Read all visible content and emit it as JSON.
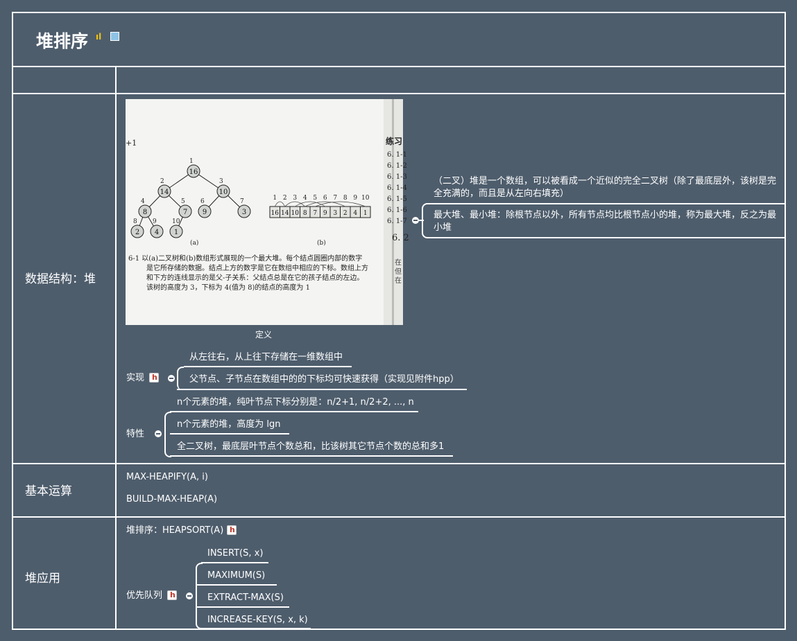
{
  "title": "堆排序",
  "rows": {
    "ds": {
      "label": "数据结构：堆",
      "image_caption": "定义",
      "definition_nodes": [
        "（二叉）堆是一个数组，可以被看成一个近似的完全二叉树（除了最底层外，该树是完全充满的，而且是从左向右填充）",
        "最大堆、最小堆：除根节点以外，所有节点均比根节点小的堆，称为最大堆，反之为最小堆"
      ],
      "impl": {
        "label": "实现",
        "children": [
          "从左往右，从上往下存储在一维数组中",
          "父节点、子节点在数组中的的下标均可快速获得（实现见附件hpp）"
        ]
      },
      "props": {
        "label": "特性",
        "children": [
          "n个元素的堆，纯叶节点下标分别是：n/2+1, n/2+2, ..., n",
          "n个元素的堆，高度为 lgn",
          "全二叉树，最底层叶节点个数总和，比该树其它节点个数的总和多1"
        ]
      },
      "book": {
        "side_top": "+1",
        "right_heading": "练习",
        "right_items": [
          "6. 1-1",
          "6. 1-2",
          "6. 1-3",
          "6. 1-4",
          "6. 1-5",
          "6. 1-6",
          "6. 1-7"
        ],
        "right_section": "6. 2",
        "right_tail": [
          "在",
          "但",
          "在"
        ],
        "tree_nodes": [
          16,
          14,
          10,
          8,
          7,
          9,
          3,
          2,
          4,
          1
        ],
        "tree_indices": [
          1,
          2,
          3,
          4,
          5,
          6,
          7,
          8,
          9,
          10
        ],
        "label_a": "(a)",
        "label_b": "(b)",
        "figure_caption": [
          "6-1   以(a)二叉树和(b)数组形式展现的一个最大堆。每个结点圆圈内部的数字",
          "是它所存储的数据。结点上方的数字是它在数组中相应的下标。数组上方",
          "和下方的连线显示的是父-子关系：父结点总是在它的孩子结点的左边。",
          "该树的高度为 3，下标为 4(值为 8)的结点的高度为 1"
        ]
      }
    },
    "ops": {
      "label": "基本运算",
      "items": [
        "MAX-HEAPIFY(A, i)",
        "BUILD-MAX-HEAP(A)"
      ]
    },
    "app": {
      "label": "堆应用",
      "heapsort": "堆排序：HEAPSORT(A)",
      "pq": {
        "label": "优先队列",
        "children": [
          "INSERT(S, x)",
          "MAXIMUM(S)",
          "EXTRACT-MAX(S)",
          "INCREASE-KEY(S, x, k)"
        ]
      }
    }
  },
  "colors": {
    "background": "#4e5d6c",
    "line": "#ffffff",
    "paper": "#f4f4f2"
  }
}
